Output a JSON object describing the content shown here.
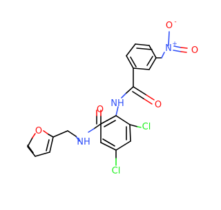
{
  "molecule": {
    "atoms": {
      "nitro_o_top": "O",
      "nitro_o_top_charge": "-",
      "nitro_n": "N",
      "nitro_n_charge": "+",
      "nitro_o_right": "O",
      "amide_nh_upper": "NH",
      "amide_o_upper": "O",
      "amide_o_left": "O",
      "amide_nh_left": "NH",
      "furan_o": "O",
      "cl_right": "Cl",
      "cl_bottom": "Cl"
    },
    "colors": {
      "carbon": "#000000",
      "oxygen": "#ff0d0d",
      "nitrogen": "#3050f8",
      "chlorine": "#1ff01f"
    }
  }
}
